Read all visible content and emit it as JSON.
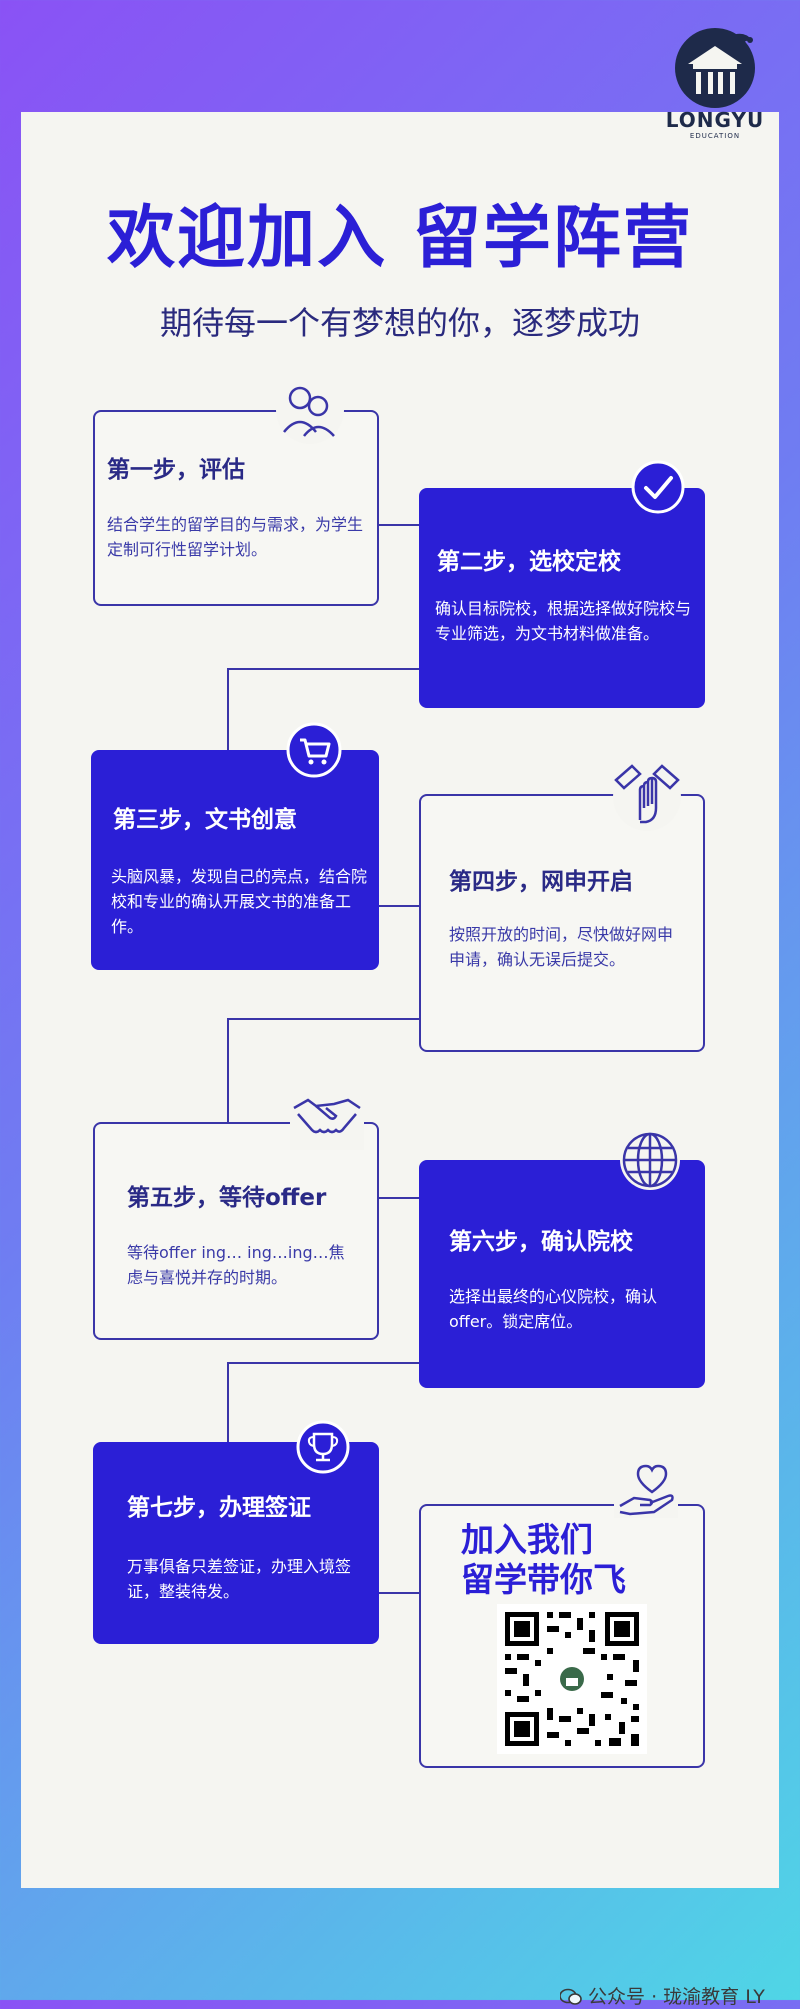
{
  "brand": {
    "name": "LONGYU",
    "sub": "EDUCATION"
  },
  "header": {
    "title": "欢迎加入  留学阵营",
    "subtitle": "期待每一个有梦想的你，逐梦成功"
  },
  "steps": [
    {
      "title": "第一步，评估",
      "body": "结合学生的留学目的与需求，为学生定制可行性留学计划。",
      "icon": "people-icon"
    },
    {
      "title": "第二步，选校定校",
      "body": "确认目标院校，根据选择做好院校与专业筛选，为文书材料做准备。",
      "icon": "checkmark-icon"
    },
    {
      "title": "第三步，文书创意",
      "body": "头脑风暴，发现自己的亮点，结合院校和专业的确认开展文书的准备工作。",
      "icon": "cart-icon"
    },
    {
      "title": "第四步，网申开启",
      "body": "按照开放的时间，尽快做好网申申请，确认无误后提交。",
      "icon": "teamwork-hands-icon"
    },
    {
      "title": "第五步，等待offer",
      "body": "等待offer ing… ing…ing…焦虑与喜悦并存的时期。",
      "icon": "handshake-icon"
    },
    {
      "title": "第六步，确认院校",
      "body": "选择出最终的心仪院校，确认offer。锁定席位。",
      "icon": "globe-icon"
    },
    {
      "title": "第七步，办理签证",
      "body": "万事俱备只差签证，办理入境签证，整装待发。",
      "icon": "trophy-icon"
    }
  ],
  "join": {
    "line1": "加入我们",
    "line2": "留学带你飞",
    "icon": "heart-hand-icon"
  },
  "watermark": "公众号 · 珑渝教育 LY",
  "colors": {
    "accent": "#2b1fd6",
    "panel": "#f5f5f1",
    "line": "#3a35a8"
  }
}
